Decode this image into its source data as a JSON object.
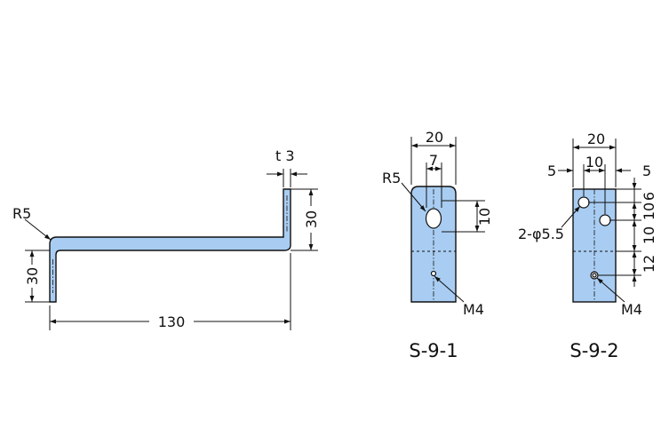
{
  "bracket_side": {
    "radius": "R5",
    "length": "130",
    "left_height": "30",
    "right_height": "30",
    "thickness": "t 3"
  },
  "s91": {
    "caption": "S-9-1",
    "width": "20",
    "hole_offset": "7",
    "radius": "R5",
    "slot_height": "10",
    "tap": "M4"
  },
  "s92": {
    "caption": "S-9-2",
    "width": "20",
    "center": "10",
    "left_margin": "5",
    "right_margin": "5",
    "top_a": "6",
    "top_b": "10",
    "gap": "10",
    "bottom": "12",
    "holes": "2-φ5.5",
    "tap": "M4"
  },
  "colors": {
    "part_fill": "#a9cdf2",
    "line": "#111111"
  }
}
